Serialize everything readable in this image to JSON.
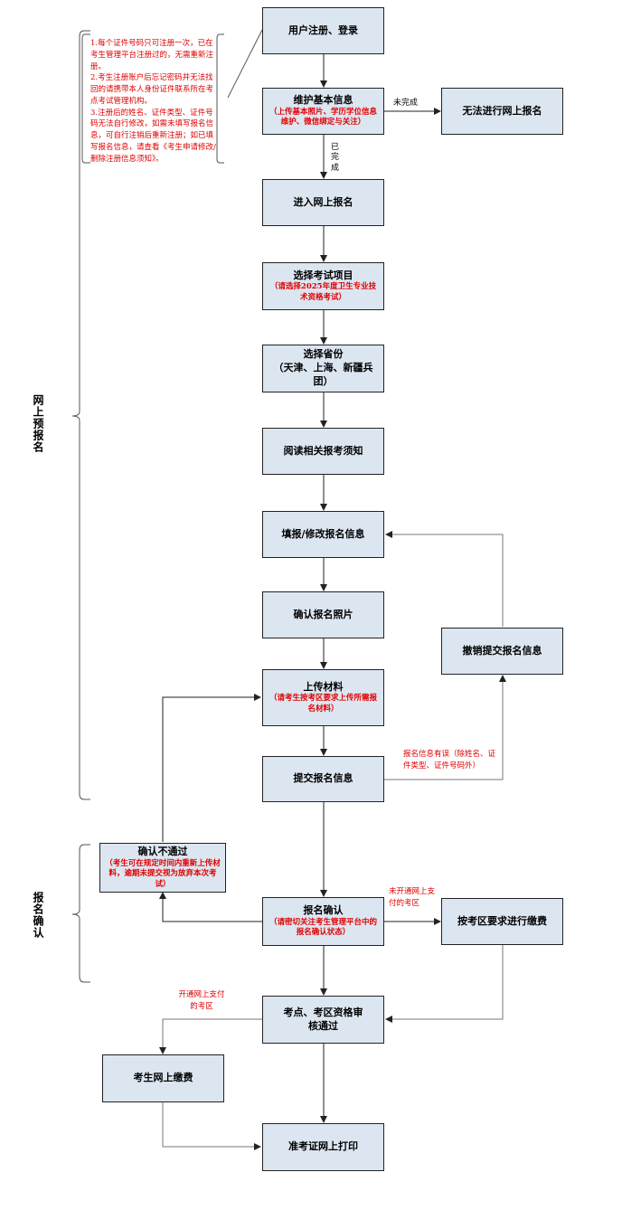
{
  "phases": {
    "online": "网上预报名",
    "confirm": "报名确认"
  },
  "notes": {
    "n1": "1.每个证件号码只可注册一次，已在考生管理平台注册过的，无需重新注册。",
    "n2": "2.考生注册账户后忘记密码并无法找回的请携带本人身份证件联系所在考点考试管理机构。",
    "n3": "3.注册后的姓名、证件类型、证件号码无法自行修改，如需未填写报名信息，可自行注销后重新注册；如已填写报名信息，请查看《考生申请修改/删除注册信息须知》。"
  },
  "boxes": {
    "register": {
      "title": "用户注册、登录"
    },
    "maintain": {
      "title": "维护基本信息",
      "sub": "（上传基本照片、学历学位信息维护、微信绑定与关注）"
    },
    "cannot": {
      "title": "无法进行网上报名"
    },
    "enter": {
      "title": "进入网上报名"
    },
    "project": {
      "title": "选择考试项目",
      "sub": "（请选择2025年度卫生专业技术资格考试）"
    },
    "province": {
      "title": "选择省份",
      "title2": "（天津、上海、新疆兵团）"
    },
    "read": {
      "title": "阅读相关报考须知"
    },
    "fill": {
      "title": "填报/修改报名信息"
    },
    "photo": {
      "title": "确认报名照片"
    },
    "revoke": {
      "title": "撤销提交报名信息"
    },
    "upload": {
      "title": "上传材料",
      "sub": "（请考生按考区要求上传所需报名材料）"
    },
    "submit": {
      "title": "提交报名信息"
    },
    "fail": {
      "title": "确认不通过",
      "sub": "（考生可在规定时间内重新上传材料，逾期未提交视为放弃本次考试）"
    },
    "confirm": {
      "title": "报名确认",
      "sub": "（请密切关注考生管理平台中的报名确认状态）"
    },
    "payzone": {
      "title": "按考区要求进行缴费"
    },
    "review": {
      "title": "考点、考区资格审核通过"
    },
    "payonline": {
      "title": "考生网上缴费"
    },
    "print": {
      "title": "准考证网上打印"
    }
  },
  "labels": {
    "incomplete": "未完成",
    "done": "已完成",
    "error": "报名信息有误（除姓名、证件类型、证件号码外）",
    "no_online_pay": "未开通网上支付的考区",
    "online_pay": "开通网上支付的考区"
  }
}
